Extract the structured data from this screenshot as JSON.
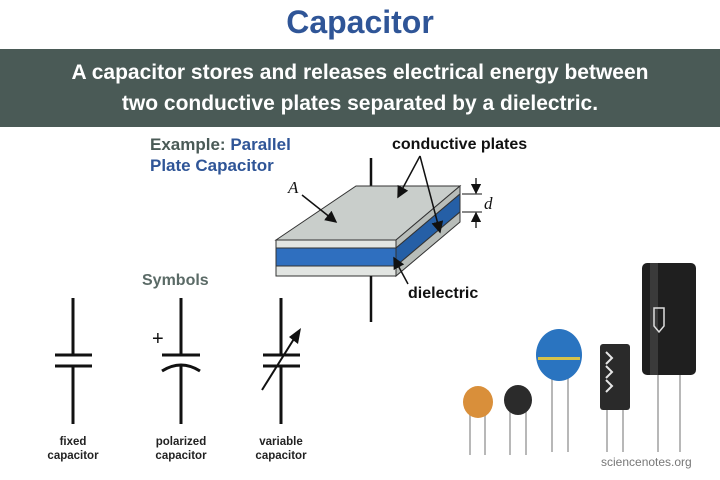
{
  "title": "Capacitor",
  "banner": {
    "line1": "A capacitor stores and releases electrical energy between",
    "line2": "two conductive plates separated by a dielectric."
  },
  "example": {
    "prefix": "Example: ",
    "highlight_1": "Parallel",
    "highlight_2": "Plate Capacitor"
  },
  "diagram_labels": {
    "conductive_plates": "conductive plates",
    "dielectric": "dielectric",
    "area": "A",
    "distance": "d"
  },
  "symbols": {
    "heading": "Symbols",
    "fixed": {
      "line1": "fixed",
      "line2": "capacitor"
    },
    "polarized": {
      "line1": "polarized",
      "line2": "capacitor",
      "plus": "+"
    },
    "variable": {
      "line1": "variable",
      "line2": "capacitor"
    }
  },
  "credit": "sciencenotes.org",
  "colors": {
    "title_blue": "#2f5597",
    "banner_bg": "#4a5a56",
    "plate_gray": "#d4d8d4",
    "dielectric_blue": "#2f6fbf",
    "ceramic_orange": "#d98f3a",
    "ceramic_blue": "#2a74c0",
    "electrolytic_black": "#2a2a2a"
  }
}
